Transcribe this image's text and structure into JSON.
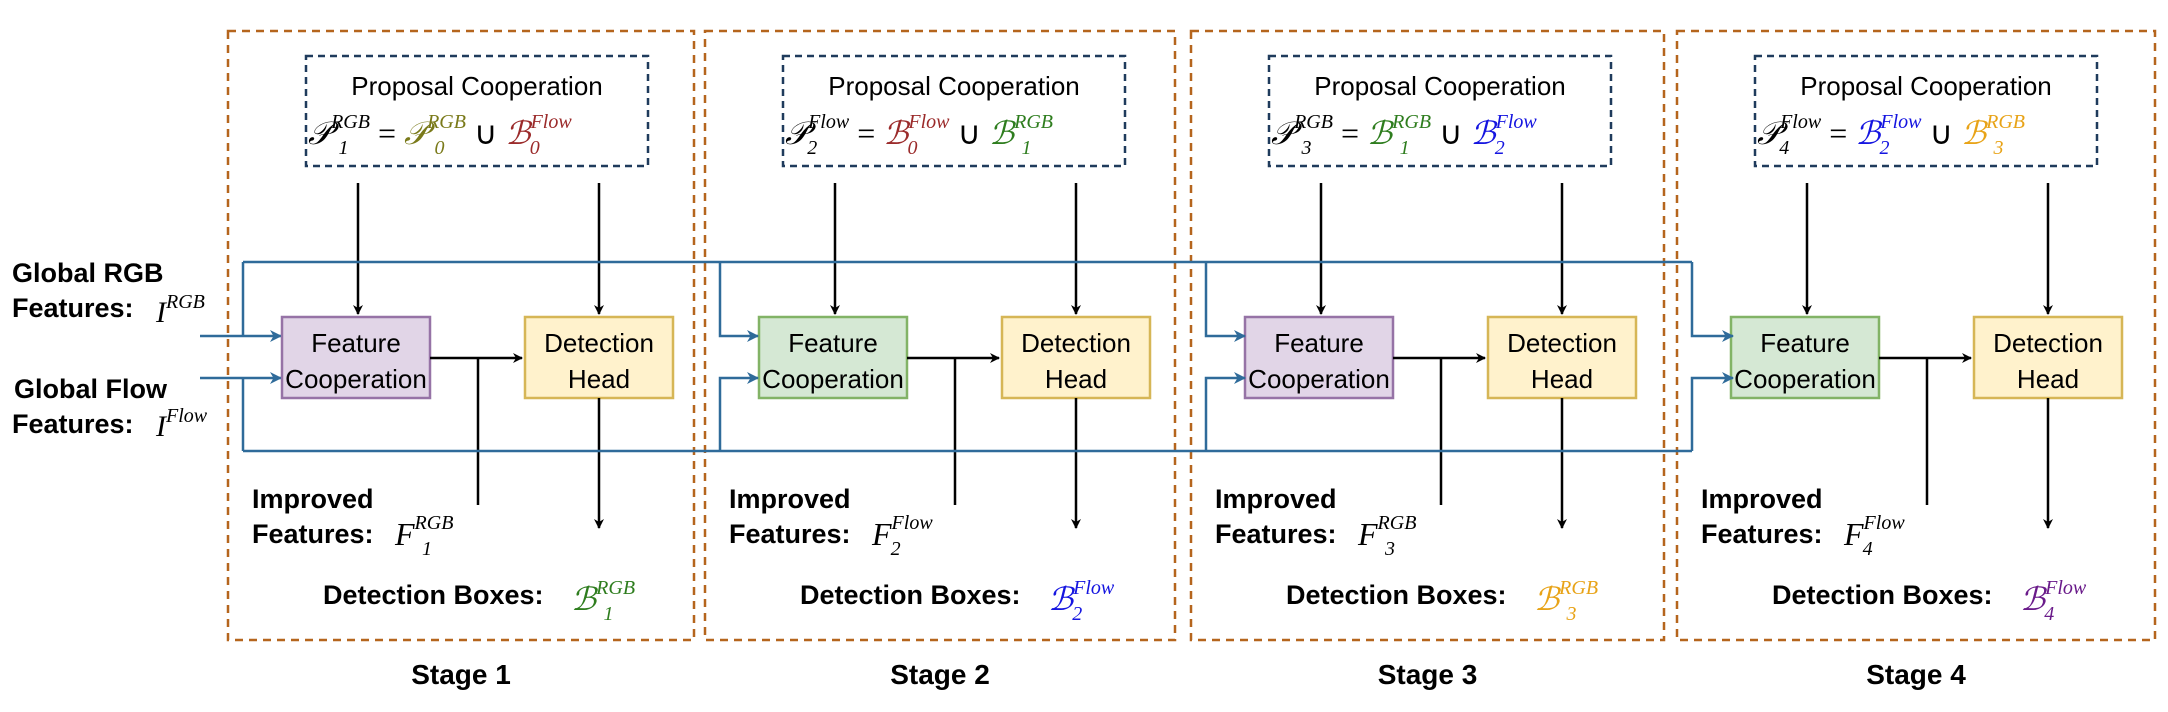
{
  "inputs": {
    "rgb": {
      "line1": "Global RGB",
      "line2": "Features:",
      "symbol": "I",
      "sup": "RGB"
    },
    "flow": {
      "line1": "Global Flow",
      "line2": "Features:",
      "symbol": "I",
      "sup": "Flow"
    }
  },
  "labels": {
    "proposal": "Proposal Cooperation",
    "feature_line1": "Feature",
    "feature_line2": "Cooperation",
    "detection_line1": "Detection",
    "detection_line2": "Head",
    "improved_line1": "Improved",
    "improved_line2": "Features:",
    "detection_boxes": "Detection Boxes:",
    "union": "∪",
    "equals": "="
  },
  "colors": {
    "stage_border": "#b5651d",
    "proposal_border": "#1f3b5c",
    "feature_purple_fill": "#e1d5e7",
    "feature_purple_border": "#9673a6",
    "feature_green_fill": "#d5e8d4",
    "feature_green_border": "#82b366",
    "detection_fill": "#fff2cc",
    "detection_border": "#d6b656",
    "blue_line": "#2f6b9a",
    "rgb_olive": "#7a7a1a",
    "flow_red": "#9b2b2b",
    "rgb_green": "#2e7d1e",
    "flow_blue": "#1515e0",
    "rgb_orange": "#e8a317",
    "flow_purple": "#6a1b8a"
  },
  "stages": [
    {
      "label": "Stage 1",
      "feature_color": "purple",
      "proposal": {
        "lhs_sub": "1",
        "lhs_sup": "RGB",
        "a_sym": "𝒫",
        "a_sub": "0",
        "a_sup": "RGB",
        "a_color": "rgb_olive",
        "b_sym": "ℬ",
        "b_sub": "0",
        "b_sup": "Flow",
        "b_color": "flow_red"
      },
      "improved": {
        "sub": "1",
        "sup": "RGB"
      },
      "boxes": {
        "sub": "1",
        "sup": "RGB",
        "color": "rgb_green"
      }
    },
    {
      "label": "Stage 2",
      "feature_color": "green",
      "proposal": {
        "lhs_sub": "2",
        "lhs_sup": "Flow",
        "a_sym": "ℬ",
        "a_sub": "0",
        "a_sup": "Flow",
        "a_color": "flow_red",
        "b_sym": "ℬ",
        "b_sub": "1",
        "b_sup": "RGB",
        "b_color": "rgb_green"
      },
      "improved": {
        "sub": "2",
        "sup": "Flow"
      },
      "boxes": {
        "sub": "2",
        "sup": "Flow",
        "color": "flow_blue"
      }
    },
    {
      "label": "Stage 3",
      "feature_color": "purple",
      "proposal": {
        "lhs_sub": "3",
        "lhs_sup": "RGB",
        "a_sym": "ℬ",
        "a_sub": "1",
        "a_sup": "RGB",
        "a_color": "rgb_green",
        "b_sym": "ℬ",
        "b_sub": "2",
        "b_sup": "Flow",
        "b_color": "flow_blue"
      },
      "improved": {
        "sub": "3",
        "sup": "RGB"
      },
      "boxes": {
        "sub": "3",
        "sup": "RGB",
        "color": "rgb_orange"
      }
    },
    {
      "label": "Stage 4",
      "feature_color": "green",
      "proposal": {
        "lhs_sub": "4",
        "lhs_sup": "Flow",
        "a_sym": "ℬ",
        "a_sub": "2",
        "a_sup": "Flow",
        "a_color": "flow_blue",
        "b_sym": "ℬ",
        "b_sub": "3",
        "b_sup": "RGB",
        "b_color": "rgb_orange"
      },
      "improved": {
        "sub": "4",
        "sup": "Flow"
      },
      "boxes": {
        "sub": "4",
        "sup": "Flow",
        "color": "flow_purple"
      }
    }
  ]
}
